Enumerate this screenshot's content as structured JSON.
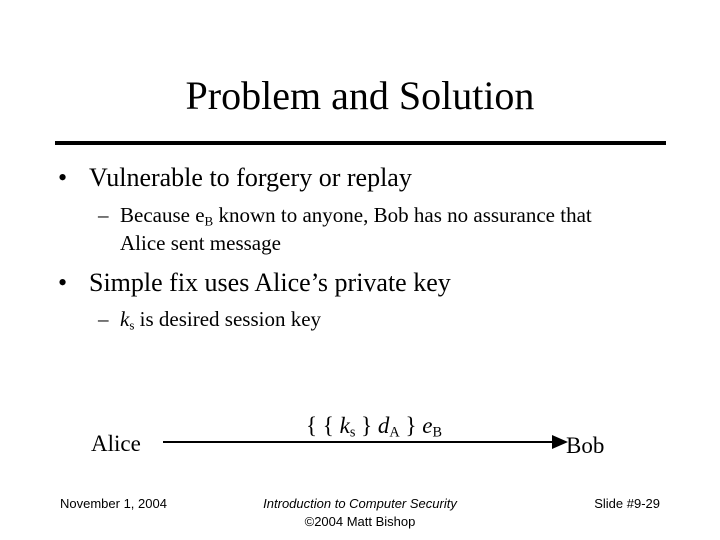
{
  "slide": {
    "title": "Problem and Solution",
    "bullet_symbol": "•",
    "dash_symbol": "–",
    "bullets": [
      {
        "text": "Vulnerable to forgery or replay",
        "sub": {
          "line1_pre": "Because e",
          "line1_sub": "B",
          "line1_post": " known to anyone, Bob has no assurance that",
          "line2": "Alice sent message"
        }
      },
      {
        "text": "Simple fix uses Alice’s private key",
        "sub": {
          "var": "k",
          "var_sub": "s",
          "post": " is desired session key"
        }
      }
    ],
    "diagram": {
      "sender": "Alice",
      "receiver": "Bob",
      "message": {
        "open": "{ { ",
        "k": "k",
        "k_sub": "s",
        "mid": " } ",
        "d": "d",
        "d_sub": "A",
        "close": " } ",
        "e": "e",
        "e_sub": "B"
      }
    },
    "footer": {
      "date": "November 1, 2004",
      "course": "Introduction to Computer Security",
      "copyright": "©2004 Matt Bishop",
      "slide_number": "Slide #9-29"
    }
  }
}
